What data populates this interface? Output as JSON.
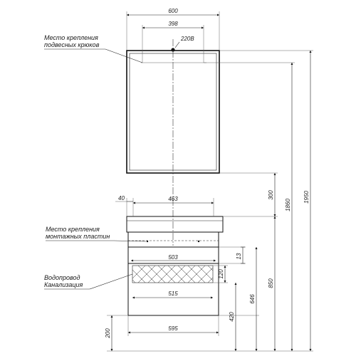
{
  "dimensions": {
    "mirror_width": "600",
    "hook_spacing": "398",
    "power_label": "220В",
    "side_offset": "40",
    "plate_spacing": "463",
    "opening_width": "503",
    "drawer_gap": "13",
    "pipe_zone_width": "515",
    "pipe_zone_height": "120",
    "cabinet_width": "595",
    "gap_mirror_cabinet": "300",
    "total_height_1860": "1860",
    "total_height_1950": "1950",
    "height_850": "850",
    "height_646": "646",
    "height_420": "420",
    "floor_clearance": "200"
  },
  "callouts": {
    "hooks_line1": "Место крепления",
    "hooks_line2": "подвесных крюков",
    "plates_line1": "Место крепления",
    "plates_line2": "монтажных пластин",
    "plumbing_line1": "Водопровод",
    "plumbing_line2": "Канализация"
  }
}
